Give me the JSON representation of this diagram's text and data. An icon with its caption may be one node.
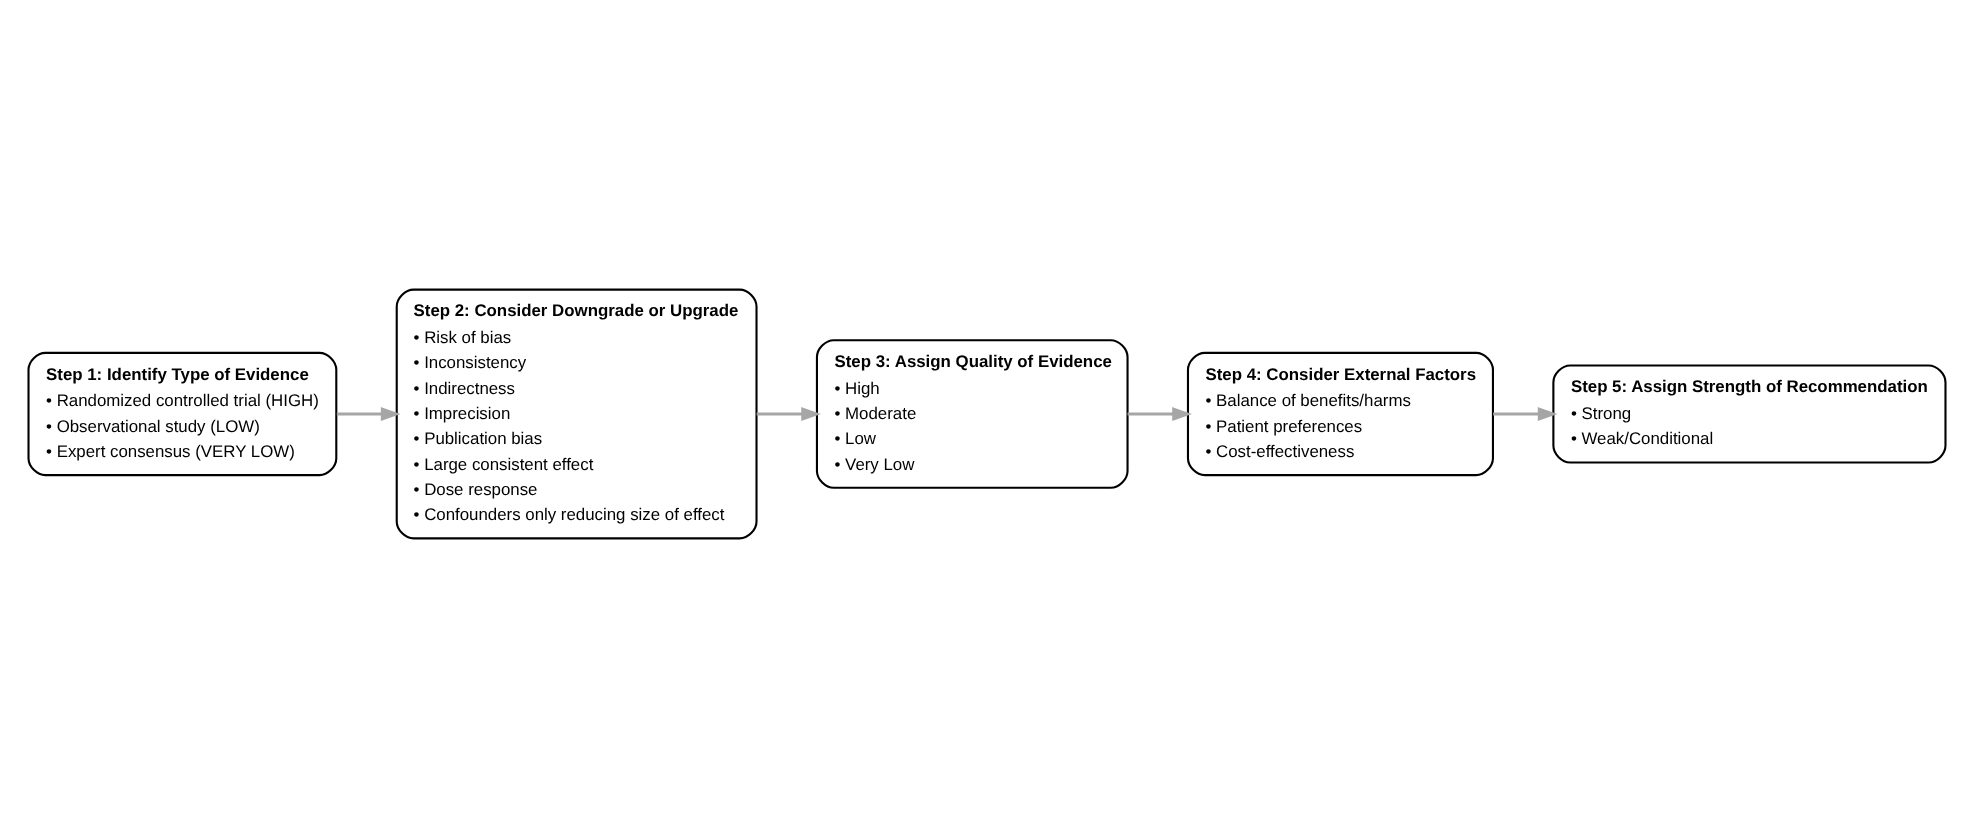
{
  "diagram": {
    "nodes": [
      {
        "text": [
          "Step 1: Identify Type of Evidence",
          "• Randomized controlled trial (HIGH)",
          "• Observational study (LOW)",
          "• Expert consensus (VERY LOW)"
        ]
      },
      {
        "text": [
          "Step 2: Consider Downgrade or Upgrade",
          "• Risk of bias",
          "• Inconsistency",
          "• Indirectness",
          "• Imprecision",
          "• Publication bias",
          "• Large consistent effect",
          "• Dose response",
          "• Confounders only reducing size of effect"
        ]
      },
      {
        "text": [
          "Step 3: Assign Quality of Evidence",
          "• High",
          "• Moderate",
          "• Low",
          "• Very Low"
        ]
      },
      {
        "text": [
          "Step 4: Consider External Factors",
          "• Balance of benefits/harms",
          "• Patient preferences",
          "• Cost-effectiveness"
        ]
      },
      {
        "text": [
          "Step 5: Assign Strength of Recommendation",
          "• Strong",
          "• Weak/Conditional"
        ]
      }
    ],
    "edges": [
      {
        "from": 0,
        "to": 1,
        "arrow": "to"
      },
      {
        "from": 1,
        "to": 2,
        "arrow": "to"
      },
      {
        "from": 2,
        "to": 3,
        "arrow": "to"
      },
      {
        "from": 3,
        "to": 4,
        "arrow": "to"
      }
    ]
  }
}
